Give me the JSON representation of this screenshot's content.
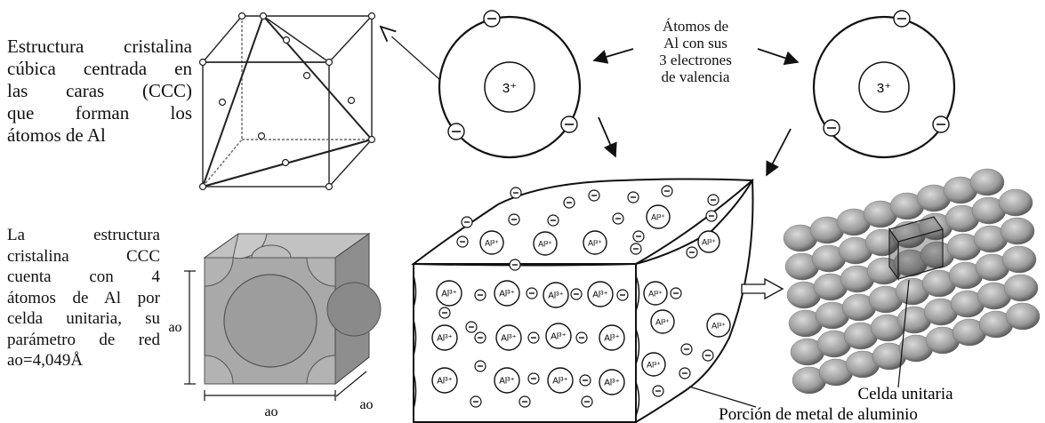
{
  "left_top": {
    "lines": [
      "Estructura cristalina",
      "cúbica centrada en",
      "las caras (CCC)",
      "que forman los",
      "átomos de Al"
    ]
  },
  "left_mid": {
    "lines": [
      "La estructura",
      "cristalina CCC",
      "cuenta con 4",
      "átomos de Al por",
      "celda unitaria, su",
      "parámetro de red",
      "ao=4,049Å"
    ]
  },
  "atoms_label": {
    "lines": [
      "Átomos de",
      "Al con sus",
      "3 electrones",
      "de valencia"
    ]
  },
  "atom": {
    "nucleus": "3⁺",
    "electron": "⊖"
  },
  "ion_label": "Al³⁺",
  "dimension_label": "ao",
  "caption_unit_cell": "Celda unitaria",
  "caption_metal": "Porción de metal de aluminio",
  "colors": {
    "ink": "#111111",
    "sphere_light": "#c8c8c8",
    "sphere_dark": "#6e6e6e",
    "cube_fill": "#9c9c9c"
  }
}
